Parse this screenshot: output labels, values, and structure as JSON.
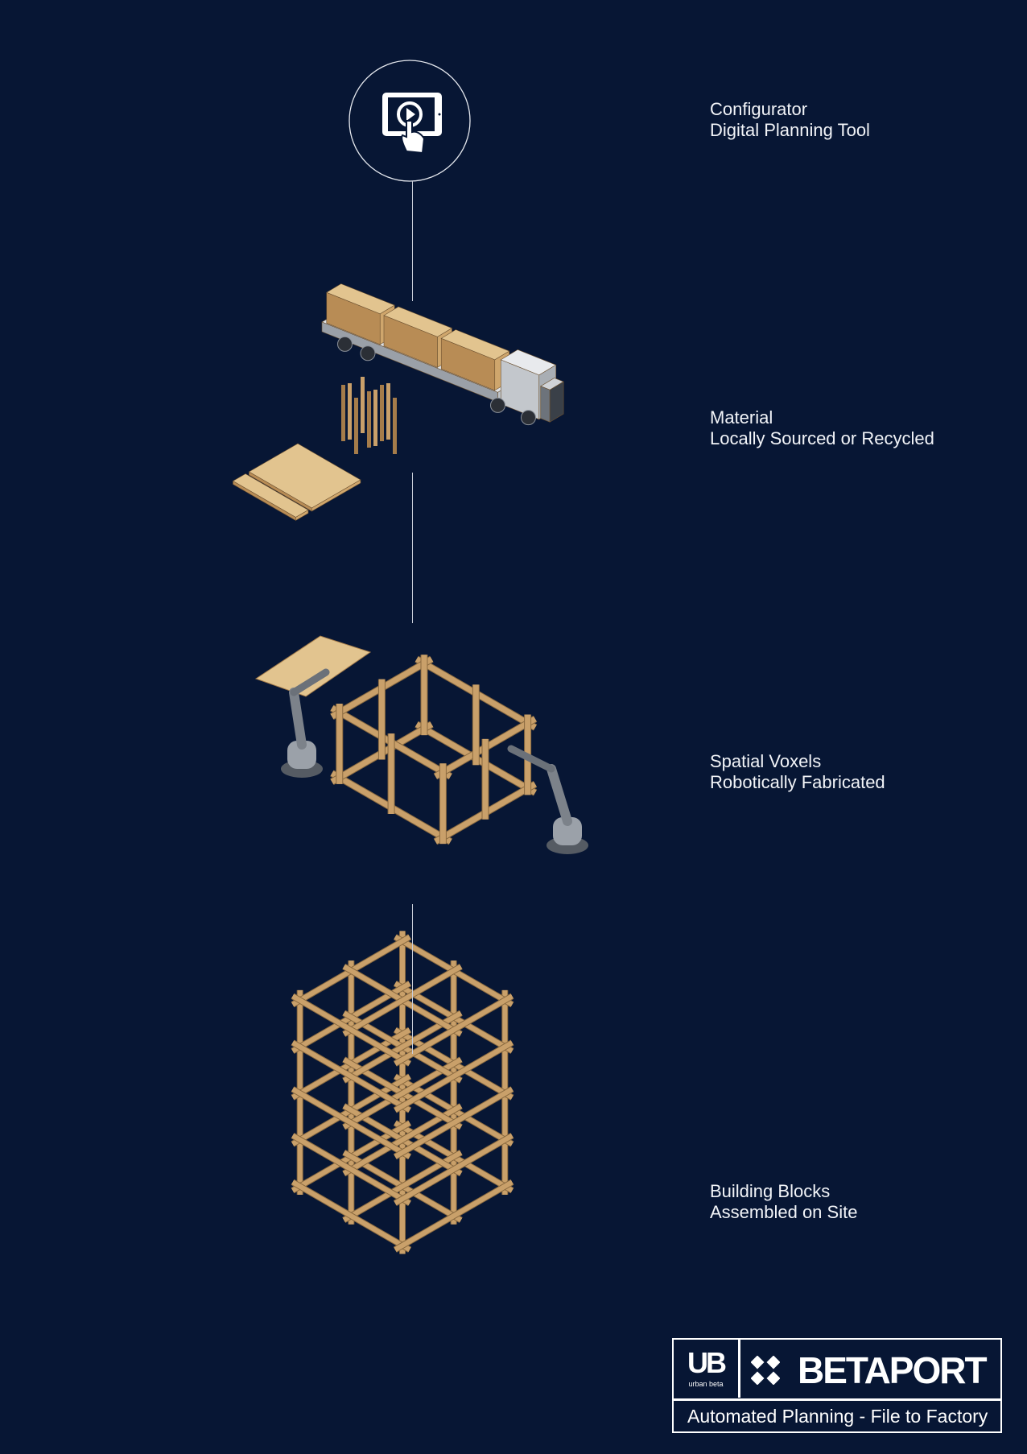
{
  "steps": [
    {
      "title": "Configurator",
      "subtitle": "Digital Planning Tool",
      "icon": "tablet-touch-play-icon"
    },
    {
      "title": "Material",
      "subtitle": "Locally Sourced or Recycled",
      "icon": "lumber-truck-illustration"
    },
    {
      "title": "Spatial Voxels",
      "subtitle": "Robotically Fabricated",
      "icon": "robot-frame-illustration"
    },
    {
      "title": "Building Blocks",
      "subtitle": "Assembled on Site",
      "icon": "timber-tower-illustration"
    }
  ],
  "logo": {
    "ub_mark": "UB",
    "ub_name": "urban beta",
    "partner": "BETAPORT",
    "tagline": "Automated Planning - File to Factory"
  },
  "colors": {
    "background": "#071634",
    "wood": "#c9a06a",
    "line": "#c9ced9"
  }
}
